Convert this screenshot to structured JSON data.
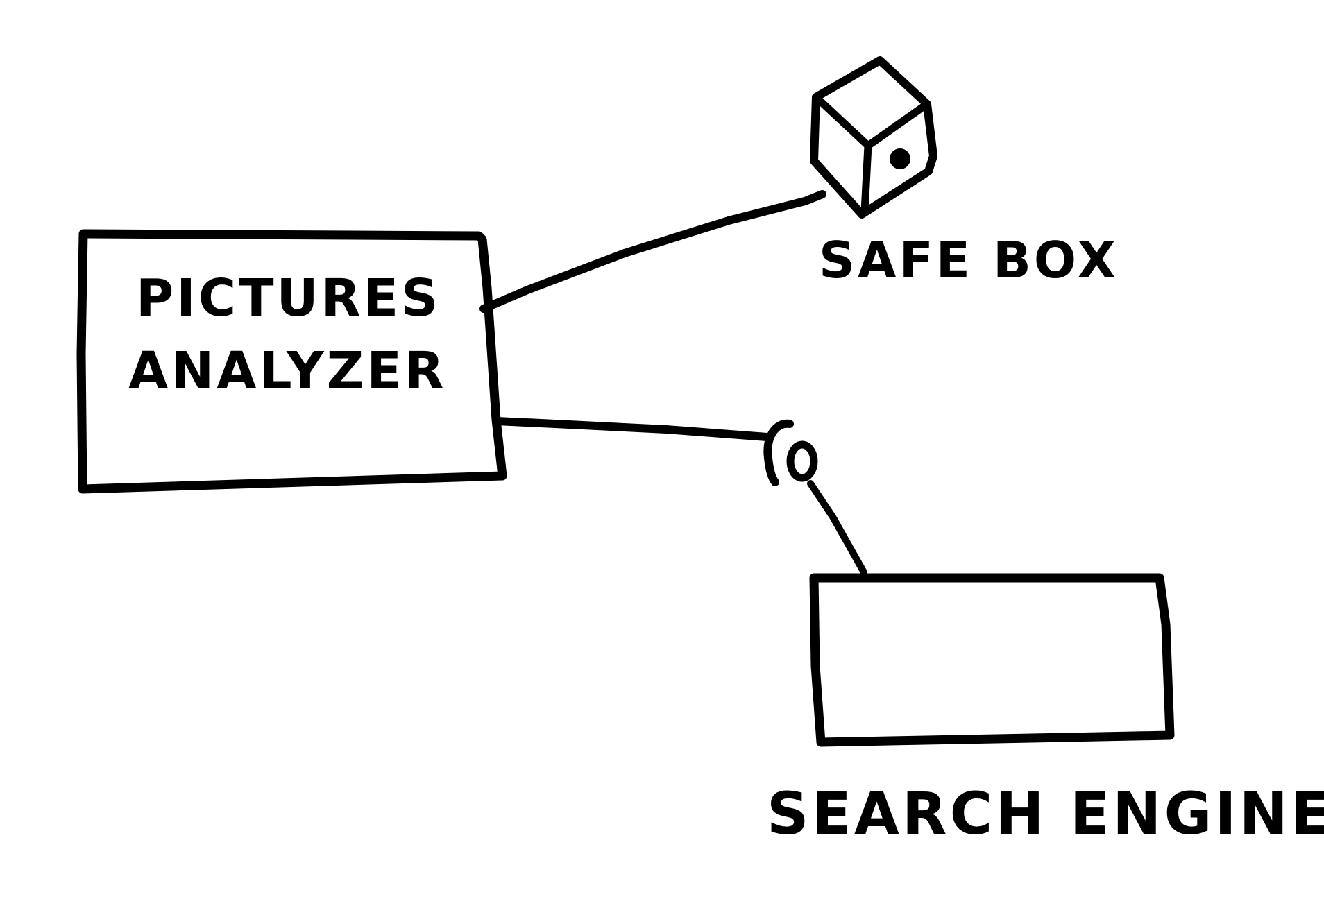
{
  "diagram": {
    "ink_color": "#000000",
    "background_color": "#ffffff",
    "nodes": {
      "pictures_analyzer": {
        "label_line1": "PICTURES",
        "label_line2": "ANALYZER",
        "shape": "rectangle"
      },
      "safe_box": {
        "label": "SAFE BOX",
        "shape": "cube-icon"
      },
      "search_engine": {
        "label": "SEARCH ENGINE",
        "shape": "rectangle"
      }
    },
    "connections": [
      {
        "from": "pictures_analyzer",
        "to": "safe_box",
        "style": "direct-line"
      },
      {
        "from": "pictures_analyzer",
        "to": "search_engine",
        "style": "provided-required-interface"
      }
    ]
  }
}
